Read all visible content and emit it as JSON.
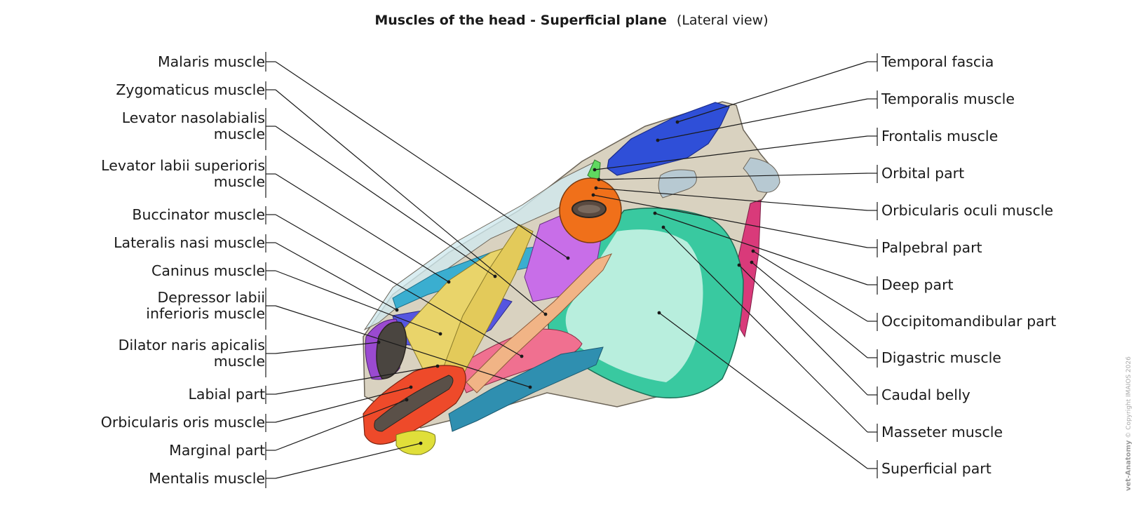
{
  "title": {
    "main": "Muscles of the head - Superficial plane",
    "view": "(Lateral view)"
  },
  "labels_left": [
    {
      "id": "malaris",
      "lines": [
        "Malaris muscle"
      ]
    },
    {
      "id": "zygomaticus",
      "lines": [
        "Zygomaticus muscle"
      ]
    },
    {
      "id": "levator-nasolabialis",
      "lines": [
        "Levator nasolabialis",
        "muscle"
      ]
    },
    {
      "id": "levator-labii-superioris",
      "lines": [
        "Levator labii superioris",
        "muscle"
      ]
    },
    {
      "id": "buccinator",
      "lines": [
        "Buccinator muscle"
      ]
    },
    {
      "id": "lateralis-nasi",
      "lines": [
        "Lateralis nasi muscle"
      ]
    },
    {
      "id": "caninus",
      "lines": [
        "Caninus muscle"
      ]
    },
    {
      "id": "depressor-labii-inferioris",
      "lines": [
        "Depressor labii",
        "inferioris muscle"
      ]
    },
    {
      "id": "dilator-naris-apicalis",
      "lines": [
        "Dilator naris apicalis",
        "muscle"
      ]
    },
    {
      "id": "labial-part",
      "lines": [
        "Labial part"
      ]
    },
    {
      "id": "orbicularis-oris",
      "lines": [
        "Orbicularis oris muscle"
      ]
    },
    {
      "id": "marginal-part",
      "lines": [
        "Marginal part"
      ]
    },
    {
      "id": "mentalis",
      "lines": [
        "Mentalis muscle"
      ]
    }
  ],
  "labels_right": [
    {
      "id": "temporal-fascia",
      "lines": [
        "Temporal fascia"
      ]
    },
    {
      "id": "temporalis",
      "lines": [
        "Temporalis muscle"
      ]
    },
    {
      "id": "frontalis",
      "lines": [
        "Frontalis muscle"
      ]
    },
    {
      "id": "orbital-part",
      "lines": [
        "Orbital part"
      ]
    },
    {
      "id": "orbicularis-oculi",
      "lines": [
        "Orbicularis oculi muscle"
      ]
    },
    {
      "id": "palpebral-part",
      "lines": [
        "Palpebral part"
      ]
    },
    {
      "id": "deep-part",
      "lines": [
        "Deep part"
      ]
    },
    {
      "id": "occipitomandibular-part",
      "lines": [
        "Occipitomandibular part"
      ]
    },
    {
      "id": "digastric",
      "lines": [
        "Digastric muscle"
      ]
    },
    {
      "id": "caudal-belly",
      "lines": [
        "Caudal belly"
      ]
    },
    {
      "id": "masseter",
      "lines": [
        "Masseter muscle"
      ]
    },
    {
      "id": "superficial-part",
      "lines": [
        "Superficial part"
      ]
    }
  ],
  "copyright": {
    "brand": "vet-Anatomy",
    "text": "© Copyright IMAIOS 2026"
  },
  "colors": {
    "skull": "#d9d2c0",
    "temporalis": "#2f4fd8",
    "masseter": "#39c9a0",
    "masseter_light": "#d8f7ec",
    "orbicularis_oculi": "#f0701a",
    "orbicularis_oris": "#ee4a2a",
    "levator_labii": "#e9d46a",
    "zygomaticus": "#f1b486",
    "buccinator": "#f07090",
    "caninus": "#5555e0",
    "malaris": "#c86ee8",
    "dilator_naris": "#9a4ad0",
    "lateralis_nasi": "#3aaed0",
    "depressor": "#2f8fb0",
    "frontalis": "#5fd860",
    "digastric": "#d93a7a",
    "mentalis": "#e0df3a",
    "fascia": "#cfe8ee"
  }
}
